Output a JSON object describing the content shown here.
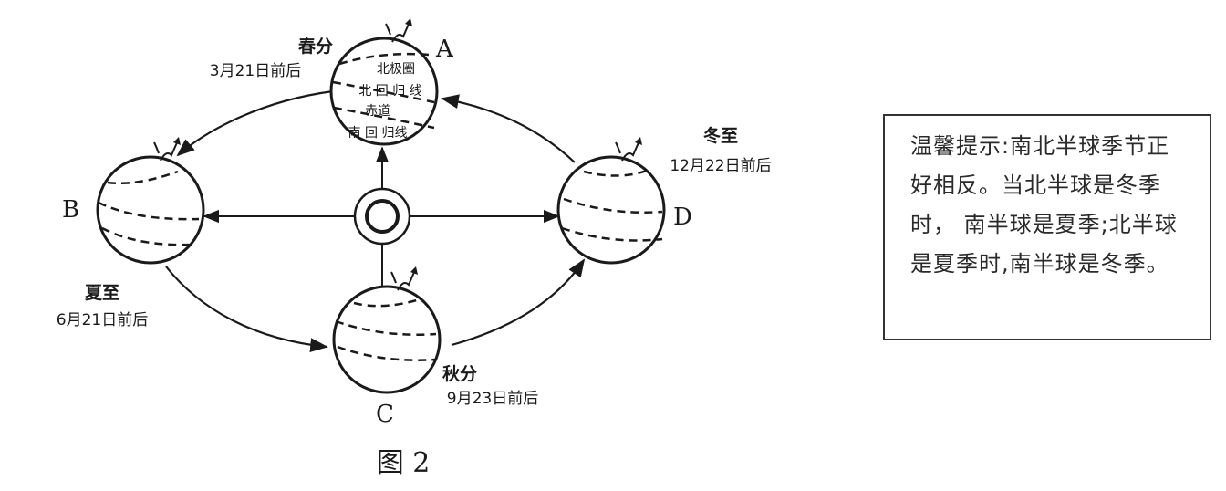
{
  "figure": {
    "caption": "图 2",
    "sun_label": "",
    "positions": [
      {
        "id": "A",
        "season": "春分",
        "date": "3月21日前后"
      },
      {
        "id": "B",
        "season": "夏至",
        "date": "6月21日前后"
      },
      {
        "id": "C",
        "season": "秋分",
        "date": "9月23日前后"
      },
      {
        "id": "D",
        "season": "冬至",
        "date": "12月22日前后"
      }
    ],
    "latitude_labels": {
      "arctic_circle": "北极圈",
      "tropic_of_cancer": "北 回 归 线",
      "equator": "赤道",
      "tropic_of_capricorn": "南 回 归线"
    }
  },
  "tip": {
    "text": "温馨提示:南北半球季节正好相反。当北半球是冬季时， 南半球是夏季;北半球是夏季时,南半球是冬季。"
  }
}
